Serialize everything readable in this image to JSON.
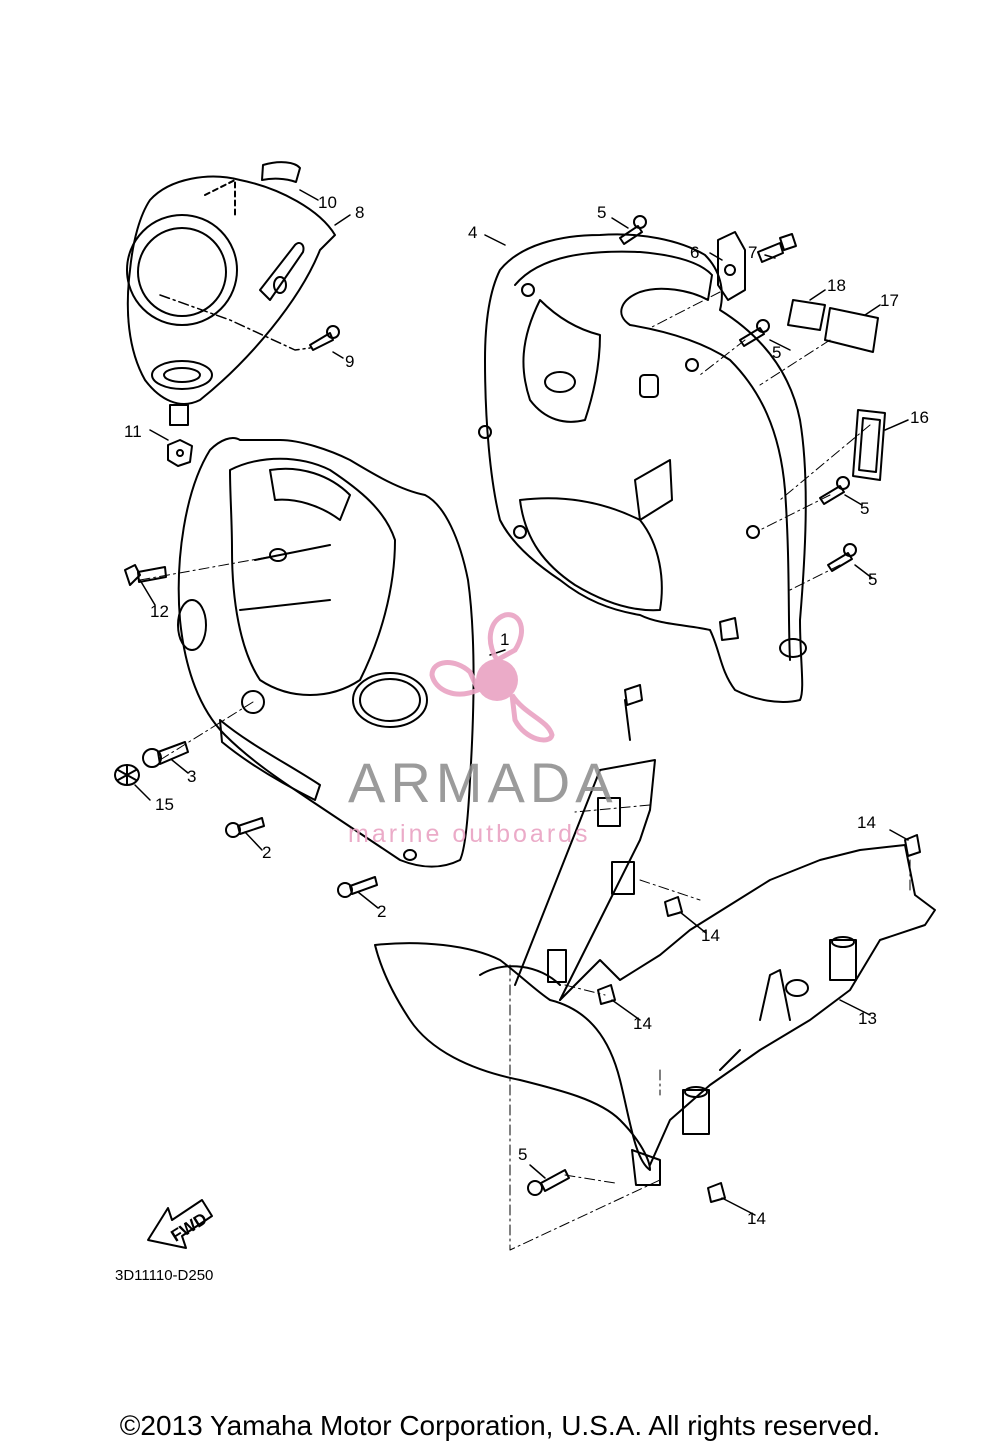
{
  "parts": [
    {
      "num": "1"
    },
    {
      "num": "2"
    },
    {
      "num": "2"
    },
    {
      "num": "3"
    },
    {
      "num": "4"
    },
    {
      "num": "5"
    },
    {
      "num": "5"
    },
    {
      "num": "5"
    },
    {
      "num": "5"
    },
    {
      "num": "5"
    },
    {
      "num": "6"
    },
    {
      "num": "7"
    },
    {
      "num": "8"
    },
    {
      "num": "9"
    },
    {
      "num": "10"
    },
    {
      "num": "11"
    },
    {
      "num": "12"
    },
    {
      "num": "13"
    },
    {
      "num": "14"
    },
    {
      "num": "14"
    },
    {
      "num": "14"
    },
    {
      "num": "14"
    },
    {
      "num": "15"
    },
    {
      "num": "16"
    },
    {
      "num": "17"
    },
    {
      "num": "18"
    }
  ],
  "diagram_code": "3D11110-D250",
  "fwd_label": "FWD",
  "watermark": {
    "name": "ARMADA",
    "tagline": "marine outboards",
    "color_primary": "#e9a3c3",
    "color_text": "#8a8a8a"
  },
  "copyright": "©2013 Yamaha Motor Corporation, U.S.A. All rights reserved."
}
